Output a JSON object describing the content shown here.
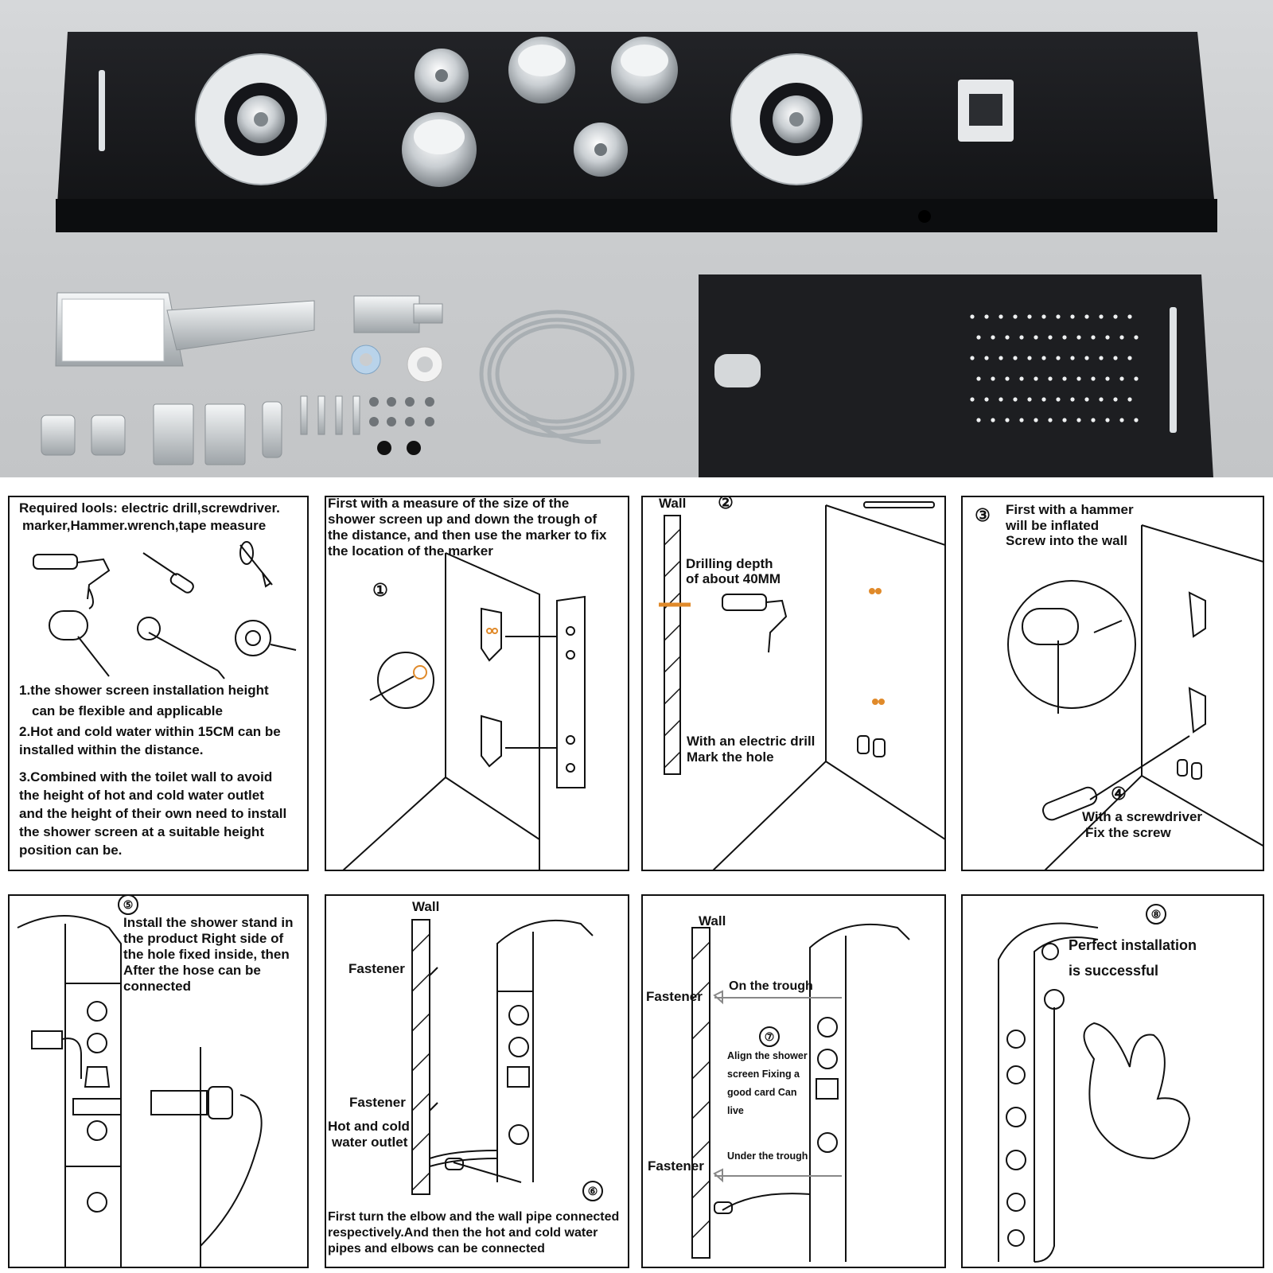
{
  "photo": {
    "accent_panel": "#17181b",
    "chrome": "#dfe3e6",
    "background": "#cbcdcf"
  },
  "tools_panel": {
    "heading_1": "Required lools: electric drill,screwdriver.",
    "heading_2": "marker,Hammer.wrench,tape measure",
    "note_1a": "1.the shower screen installation height",
    "note_1b": "can be flexible and applicable",
    "note_2a": "2.Hot and cold water within 15CM can be",
    "note_2b": "installed within the distance.",
    "note_3a": "3.Combined with the toilet wall to avoid",
    "note_3b": "the height of hot and cold water outlet",
    "note_3c": "and the height of their own need to install",
    "note_3d": "the shower screen at a suitable height",
    "note_3e": "position can be."
  },
  "step1": {
    "number": "①",
    "text_1": "First with a measure of the size of the",
    "text_2": "shower screen up and down the trough of",
    "text_3": "the distance, and then use the marker to fix",
    "text_4": "the location of the marker"
  },
  "step2": {
    "number": "②",
    "wall": "Wall",
    "depth_1": "Drilling depth",
    "depth_2": "of about 40MM",
    "mark_1": "With an electric drill",
    "mark_2": "Mark the hole"
  },
  "step34": {
    "number_3": "③",
    "text_3a": "First with a hammer",
    "text_3b": "will be inflated",
    "text_3c": "Screw into the wall",
    "number_4": "④",
    "text_4a": "With a screwdriver",
    "text_4b": "Fix the screw"
  },
  "step5": {
    "number": "⑤",
    "text_1": "Install the shower stand in",
    "text_2": "the product Right side of",
    "text_3": "the hole fixed inside, then",
    "text_4": "After the hose can be",
    "text_5": "connected"
  },
  "step6": {
    "number": "⑥",
    "wall": "Wall",
    "fastener_top": "Fastener",
    "fastener_bottom": "Fastener",
    "outlet_1": "Hot and cold",
    "outlet_2": "water outlet",
    "text_1": "First turn the elbow and the wall pipe connected",
    "text_2": "respectively.And then the hot and cold water",
    "text_3": "pipes and elbows can be connected"
  },
  "step7": {
    "number": "⑦",
    "wall": "Wall",
    "fastener_top": "Fastener",
    "fastener_bottom": "Fastener",
    "on_trough": "On the trough",
    "align_1": "Align the shower",
    "align_2": "screen Fixing a",
    "align_3": "good card Can",
    "align_4": "live",
    "under_trough": "Under the trough"
  },
  "step8": {
    "number": "⑧",
    "text_1": "Perfect installation",
    "text_2": "is successful"
  }
}
